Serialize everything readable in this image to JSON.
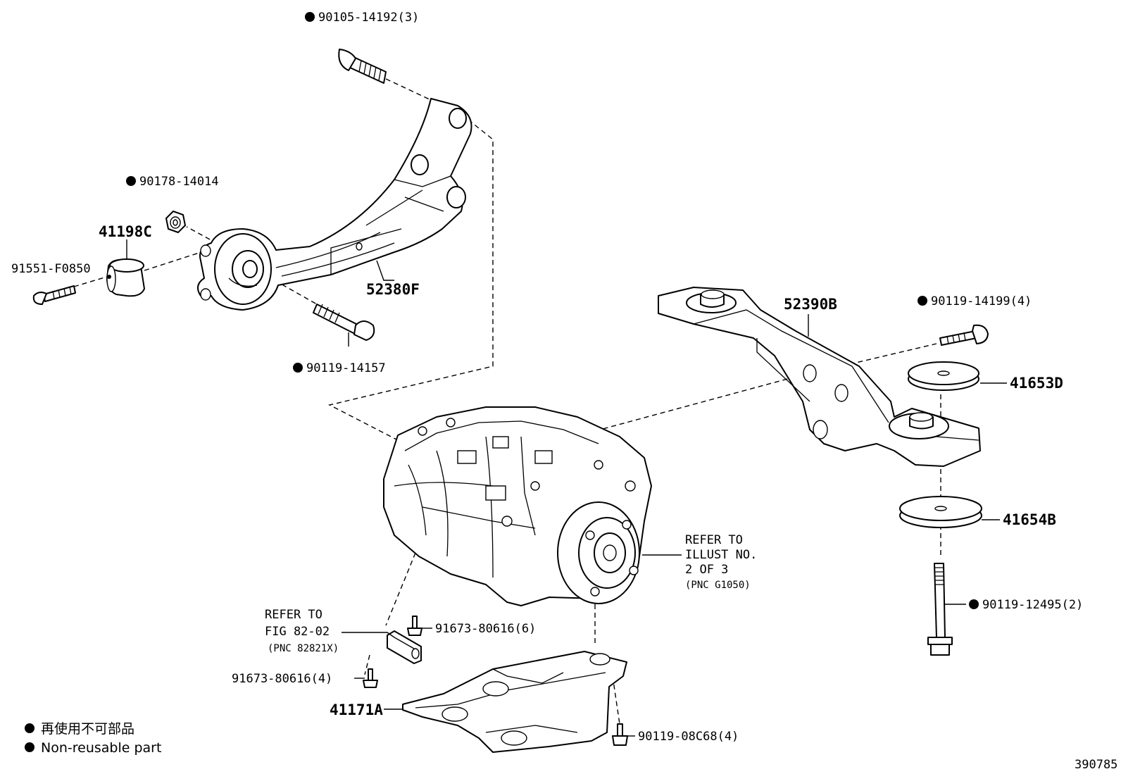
{
  "parts": {
    "bolt_90105_14192": "90105-14192(3)",
    "nut_90178_14014": "90178-14014",
    "stopper_41198C": "41198C",
    "bolt_91551_F0850": "91551-F0850",
    "bracket_52380F": "52380F",
    "bolt_90119_14157": "90119-14157",
    "member_52390B": "52390B",
    "bolt_90119_14199": "90119-14199(4)",
    "cushion_41653D": "41653D",
    "cushion_41654B": "41654B",
    "bolt_90119_12495": "90119-12495(2)",
    "bolt_91673_80616_6": "91673-80616(6)",
    "bolt_91673_80616_4": "91673-80616(4)",
    "cover_41171A": "41171A",
    "bolt_90119_08C68": "90119-08C68(4)"
  },
  "references": {
    "illust": {
      "line1": "REFER TO",
      "line2": "ILLUST NO.",
      "line3": "2 OF 3",
      "line4": "(PNC G1050)"
    },
    "fig": {
      "line1": "REFER TO",
      "line2": "FIG 82-02",
      "line3": "(PNC 82821X)"
    }
  },
  "legend": {
    "japanese": "再使用不可部品",
    "english": "Non-reusable part"
  },
  "illustration_number": "390785"
}
